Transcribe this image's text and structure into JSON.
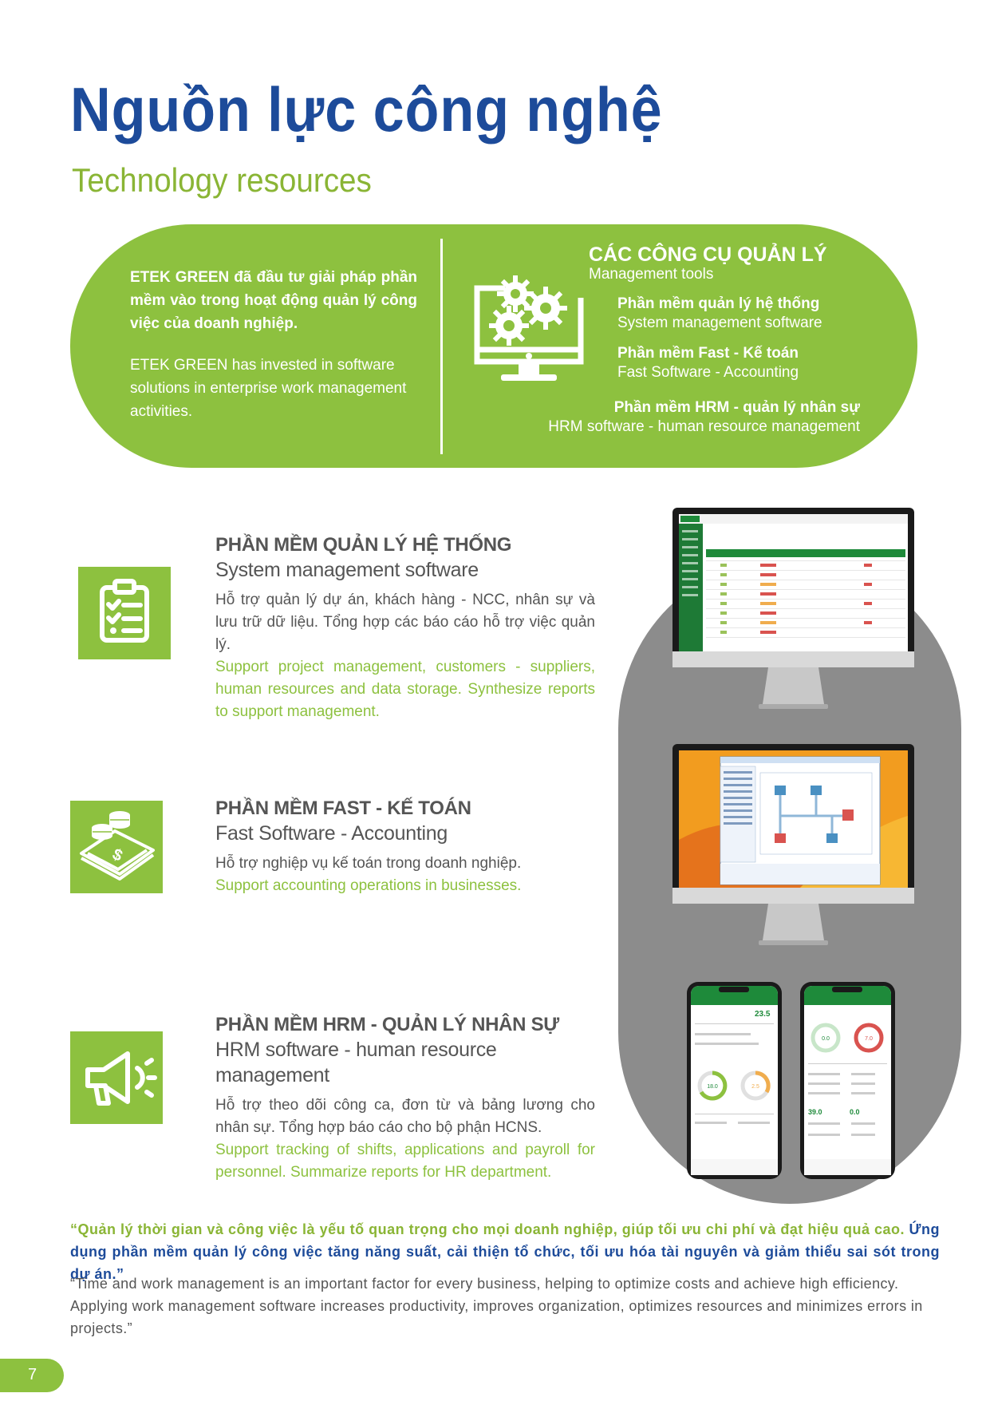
{
  "header": {
    "title_vi": "Nguồn lực công nghệ",
    "title_en": "Technology resources"
  },
  "banner": {
    "intro_vi": "ETEK GREEN đã đầu tư giải pháp phần mềm vào trong hoạt động quản lý công việc của doanh nghiệp.",
    "intro_en": "ETEK GREEN has invested in software solutions in enterprise work management activities.",
    "tools_title": "CÁC CÔNG CỤ QUẢN LÝ",
    "tools_subtitle": "Management tools",
    "tools": [
      {
        "vi": "Phần mềm quản lý hệ thống",
        "en": "System management software"
      },
      {
        "vi": "Phần mềm Fast - Kế toán",
        "en": "Fast Software - Accounting"
      },
      {
        "vi": "Phần mềm HRM - quản lý nhân sự",
        "en": "HRM software - human resource management"
      }
    ]
  },
  "software": [
    {
      "heading_vi": "PHẦN MỀM QUẢN LÝ HỆ THỐNG",
      "heading_en": "System management software",
      "desc_vi": "Hỗ trợ quản lý dự án, khách hàng - NCC, nhân sự và lưu trữ dữ liệu. Tổng hợp các báo cáo hỗ trợ việc quản lý.",
      "desc_en": "Support project management, customers - suppliers, human resources and data storage. Synthesize reports to support management.",
      "icon": "clipboard-checklist-icon"
    },
    {
      "heading_vi": "PHẦN MỀM FAST - KẾ TOÁN",
      "heading_en": "Fast Software - Accounting",
      "desc_vi": "Hỗ trợ nghiệp vụ kế toán trong doanh nghiệp.",
      "desc_en": "Support accounting operations in businesses.",
      "icon": "coins-dollar-icon"
    },
    {
      "heading_vi": "PHẦN MỀM HRM - QUẢN LÝ NHÂN SỰ",
      "heading_en": "HRM software - human resource management",
      "desc_vi": "Hỗ trợ theo dõi công ca, đơn từ và bảng lương cho nhân sự. Tổng hợp báo cáo cho bộ phận HCNS.",
      "desc_en": "Support tracking of shifts, applications and payroll for personnel. Summarize reports for HR department.",
      "icon": "megaphone-icon"
    }
  ],
  "phone_screens": {
    "left_value": "23.5",
    "left_gauge1": "18.0",
    "left_gauge2": "2.5",
    "right_gauge1": "0.0",
    "right_gauge2": "7.0",
    "right_total": "39.0",
    "right_total2": "0.0"
  },
  "quote": {
    "vi_part1": "“Quản lý thời gian và công việc là yếu tố quan trọng cho mọi doanh nghiệp, giúp tối ưu chi phí và đạt hiệu quả cao.",
    "vi_part2": " Ứng dụng phần mềm quản lý công việc tăng năng suất, cải thiện tổ chức, tối ưu hóa tài nguyên và giảm thiểu sai sót trong dự án.”",
    "en": "“Time and work management is an important factor for every business, helping to optimize costs and achieve high efficiency. Applying work management software increases productivity, improves organization, optimizes resources and minimizes errors in projects.”"
  },
  "page_number": "7",
  "colors": {
    "brand_green": "#8dc13f",
    "brand_blue": "#1d4b9a",
    "pill_gray": "#8c8c8c"
  }
}
